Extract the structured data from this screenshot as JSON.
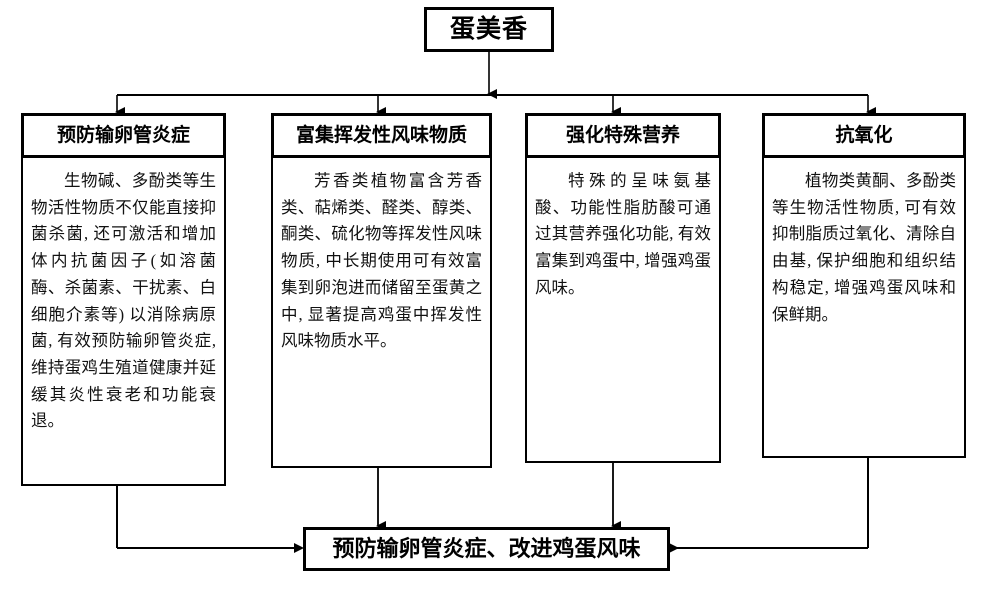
{
  "diagram": {
    "root": {
      "label": "蛋美香"
    },
    "branches": [
      {
        "title": "预防输卵管炎症",
        "text": "生物碱、多酚类等生物活性物质不仅能直接抑菌杀菌, 还可激活和增加体内抗菌因子(如溶菌酶、杀菌素、干扰素、白细胞介素等) 以消除病原菌, 有效预防输卵管炎症, 维持蛋鸡生殖道健康并延缓其炎性衰老和功能衰退。"
      },
      {
        "title": "富集挥发性风味物质",
        "text": "芳香类植物富含芳香类、萜烯类、醛类、醇类、酮类、硫化物等挥发性风味物质, 中长期使用可有效富集到卵泡进而储留至蛋黄之中, 显著提高鸡蛋中挥发性风味物质水平。"
      },
      {
        "title": "强化特殊营养",
        "text": "特殊的呈味氨基酸、功能性脂肪酸可通过其营养强化功能, 有效富集到鸡蛋中, 增强鸡蛋风味。"
      },
      {
        "title": "抗氧化",
        "text": "植物类黄酮、多酚类等生物活性物质, 可有效抑制脂质过氧化、清除自由基, 保护细胞和组织结构稳定, 增强鸡蛋风味和保鲜期。"
      }
    ],
    "outcome": {
      "label": "预防输卵管炎症、改进鸡蛋风味"
    },
    "colors": {
      "stroke": "#000000",
      "background": "#ffffff",
      "text": "#111111"
    }
  }
}
